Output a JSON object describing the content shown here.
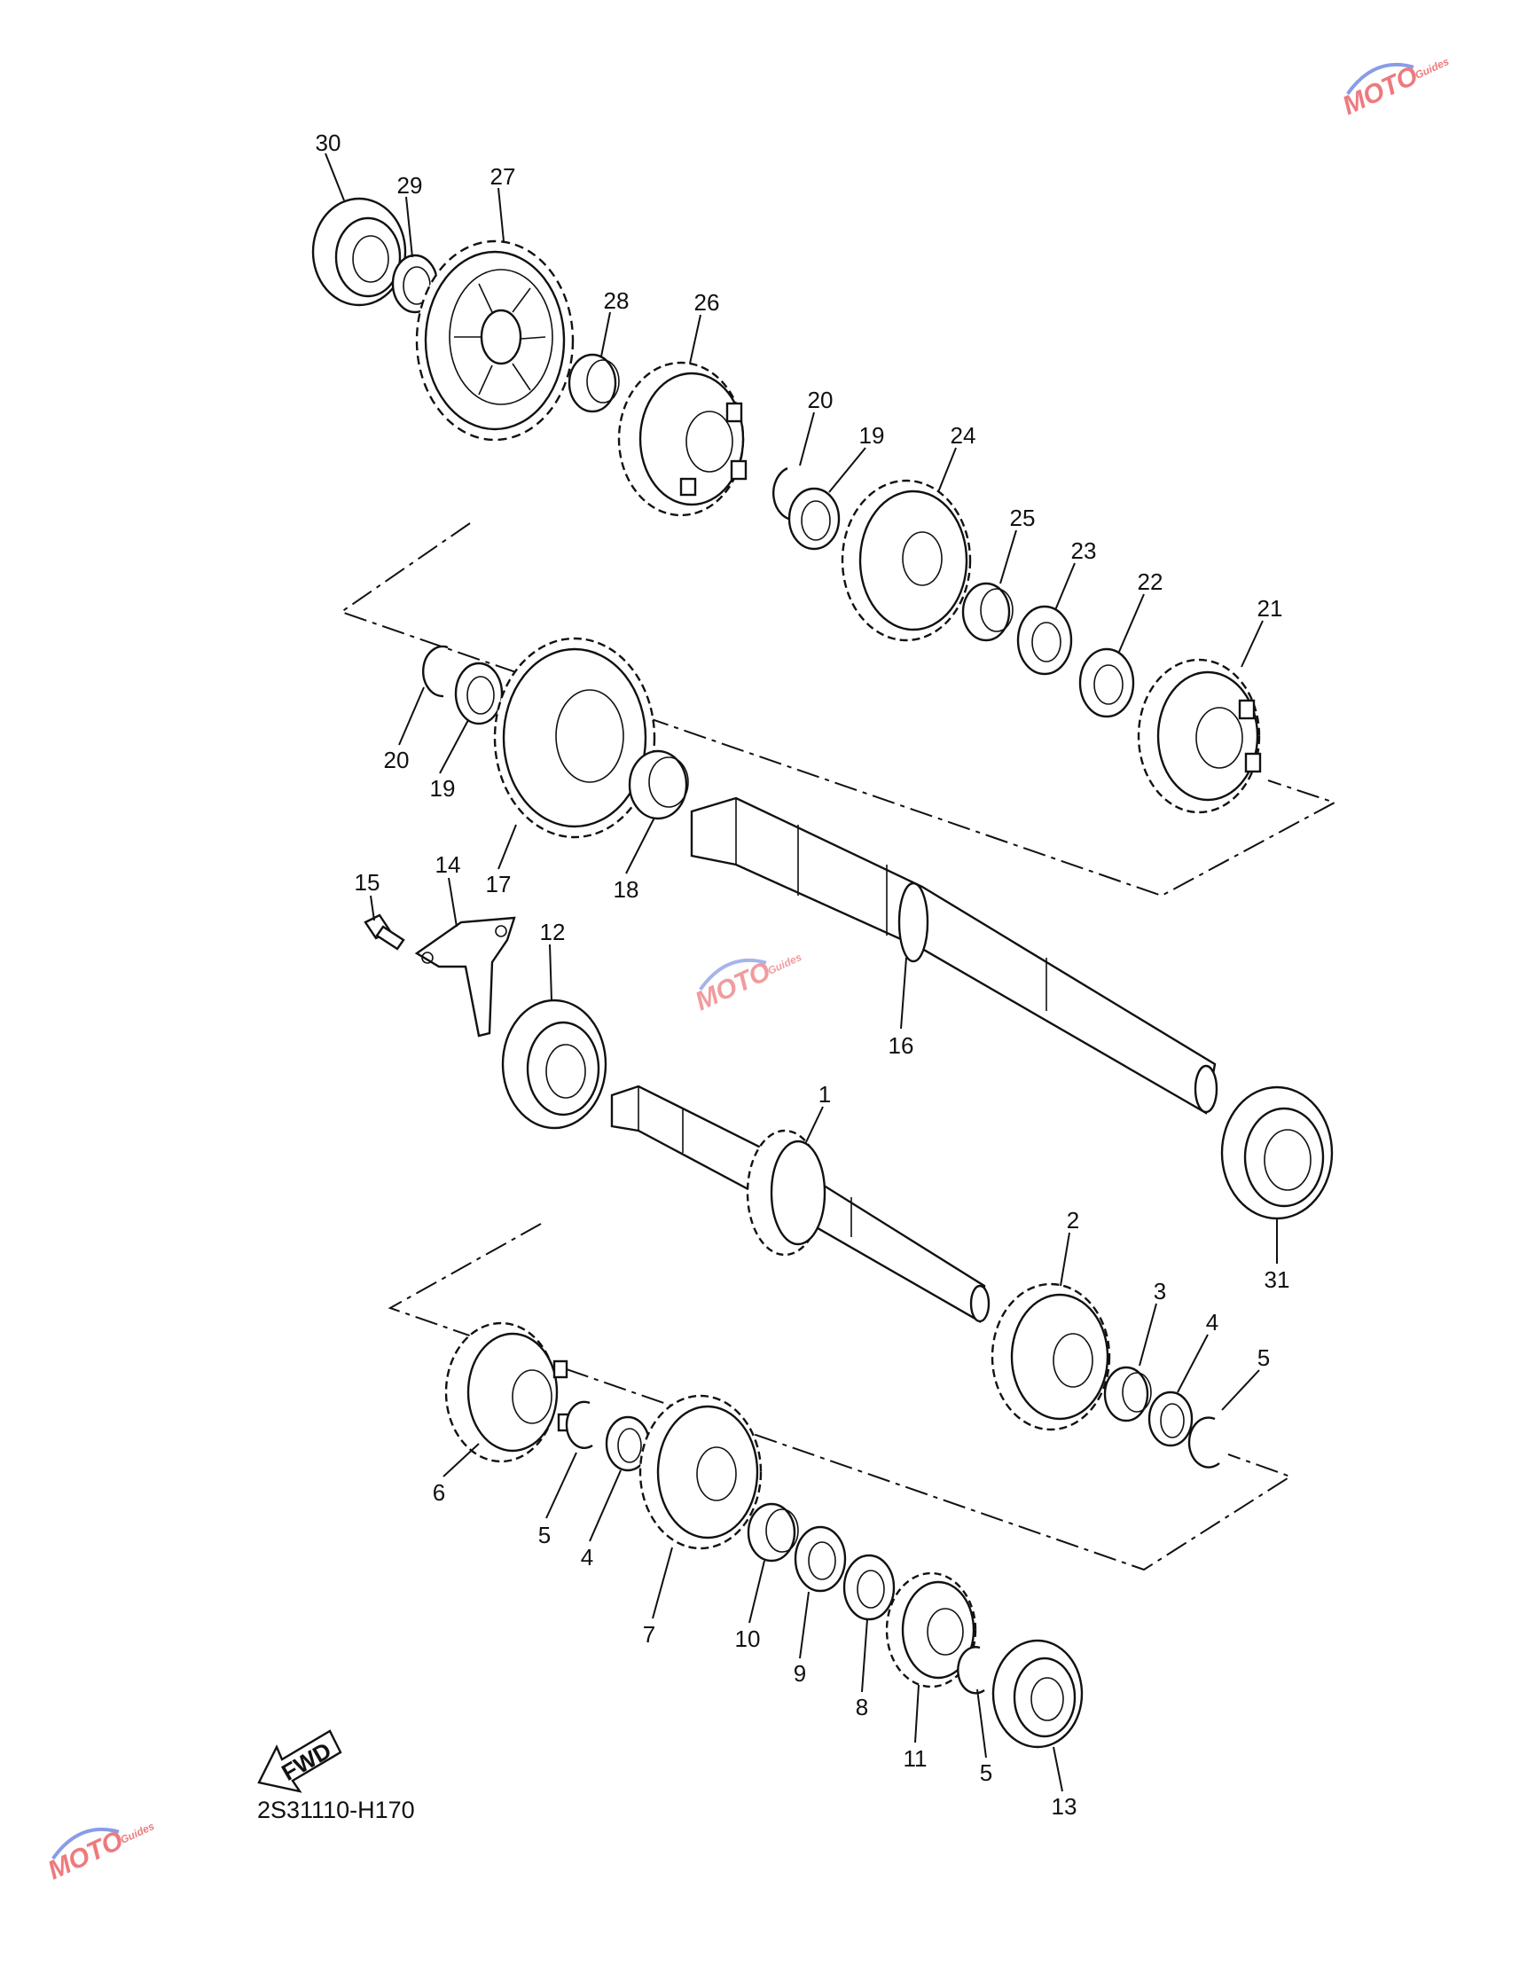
{
  "diagram_code": "2S31110-H170",
  "fwd_label": "FWD",
  "watermark": {
    "brand": "MOTO",
    "sub": "Guides",
    "color_main": "#e2232a",
    "color_swoosh": "#3b5bd6"
  },
  "callouts": [
    {
      "id": "c30",
      "text": "30"
    },
    {
      "id": "c29",
      "text": "29"
    },
    {
      "id": "c27",
      "text": "27"
    },
    {
      "id": "c28",
      "text": "28"
    },
    {
      "id": "c26",
      "text": "26"
    },
    {
      "id": "c20a",
      "text": "20"
    },
    {
      "id": "c19a",
      "text": "19"
    },
    {
      "id": "c24",
      "text": "24"
    },
    {
      "id": "c25",
      "text": "25"
    },
    {
      "id": "c23",
      "text": "23"
    },
    {
      "id": "c22",
      "text": "22"
    },
    {
      "id": "c21",
      "text": "21"
    },
    {
      "id": "c20b",
      "text": "20"
    },
    {
      "id": "c19b",
      "text": "19"
    },
    {
      "id": "c17",
      "text": "17"
    },
    {
      "id": "c18",
      "text": "18"
    },
    {
      "id": "c15",
      "text": "15"
    },
    {
      "id": "c14",
      "text": "14"
    },
    {
      "id": "c12",
      "text": "12"
    },
    {
      "id": "c16",
      "text": "16"
    },
    {
      "id": "c1",
      "text": "1"
    },
    {
      "id": "c31",
      "text": "31"
    },
    {
      "id": "c2",
      "text": "2"
    },
    {
      "id": "c3",
      "text": "3"
    },
    {
      "id": "c4a",
      "text": "4"
    },
    {
      "id": "c5a",
      "text": "5"
    },
    {
      "id": "c6",
      "text": "6"
    },
    {
      "id": "c5b",
      "text": "5"
    },
    {
      "id": "c4b",
      "text": "4"
    },
    {
      "id": "c7",
      "text": "7"
    },
    {
      "id": "c10",
      "text": "10"
    },
    {
      "id": "c9",
      "text": "9"
    },
    {
      "id": "c8",
      "text": "8"
    },
    {
      "id": "c11",
      "text": "11"
    },
    {
      "id": "c5c",
      "text": "5"
    },
    {
      "id": "c13",
      "text": "13"
    }
  ]
}
